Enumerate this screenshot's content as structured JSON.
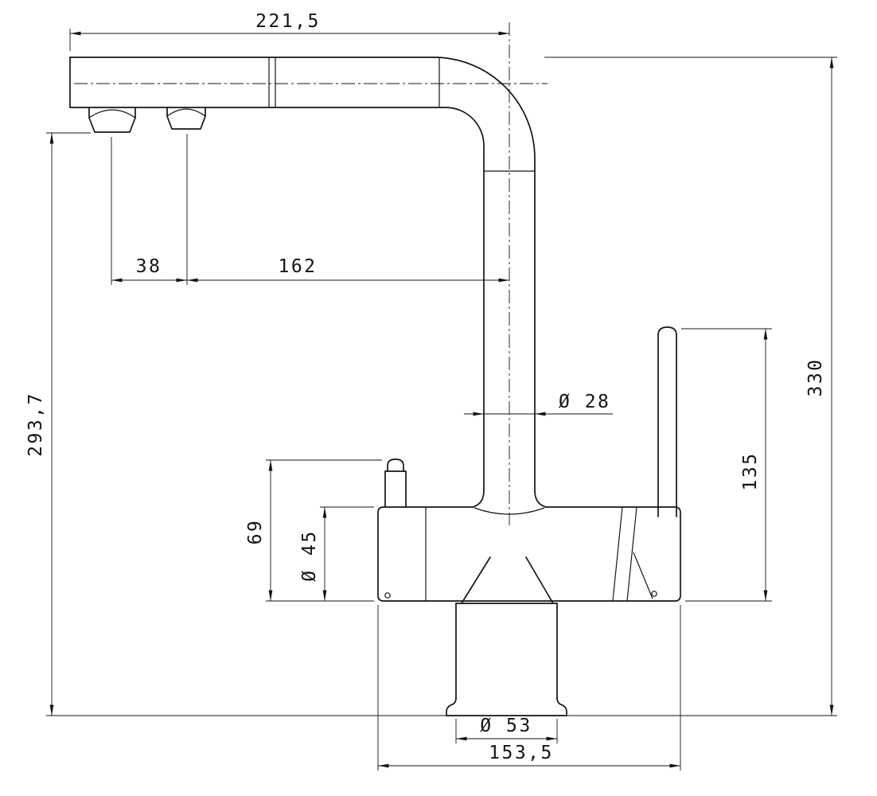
{
  "drawing": {
    "type": "technical-dimension-drawing",
    "subject": "three-way kitchen faucet side elevation",
    "units_style": "millimetres, comma decimal separator",
    "line_color": "#141414",
    "background_color": "#ffffff"
  },
  "dimensions": {
    "spout_reach": "221,5",
    "outlet_spacing": "38",
    "outlet_to_column_axis": "162",
    "clearance_height": "293,7",
    "column_diameter": "Ø 28",
    "overall_height": "330",
    "handle_span": "135",
    "filter_lever_height": "69",
    "body_diameter": "Ø 45",
    "base_diameter": "Ø 53",
    "body_length": "153,5"
  }
}
